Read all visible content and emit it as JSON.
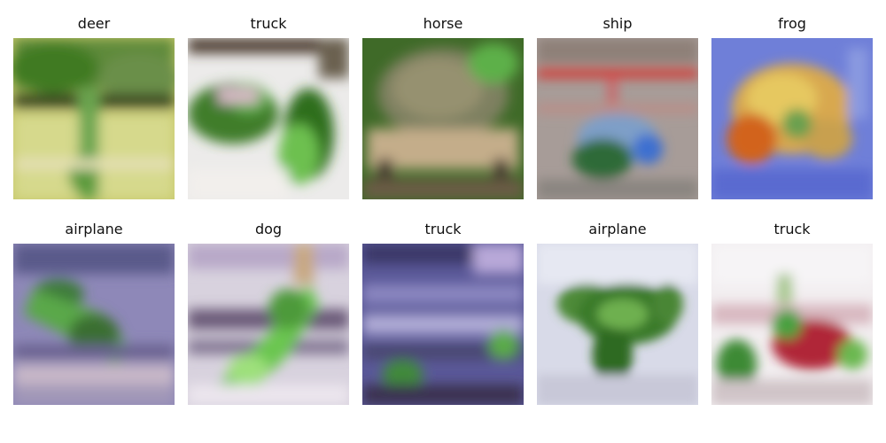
{
  "panels": [
    {
      "title": "deer"
    },
    {
      "title": "truck"
    },
    {
      "title": "horse"
    },
    {
      "title": "ship"
    },
    {
      "title": "frog"
    },
    {
      "title": "airplane"
    },
    {
      "title": "dog"
    },
    {
      "title": "truck"
    },
    {
      "title": "airplane"
    },
    {
      "title": "truck"
    }
  ]
}
